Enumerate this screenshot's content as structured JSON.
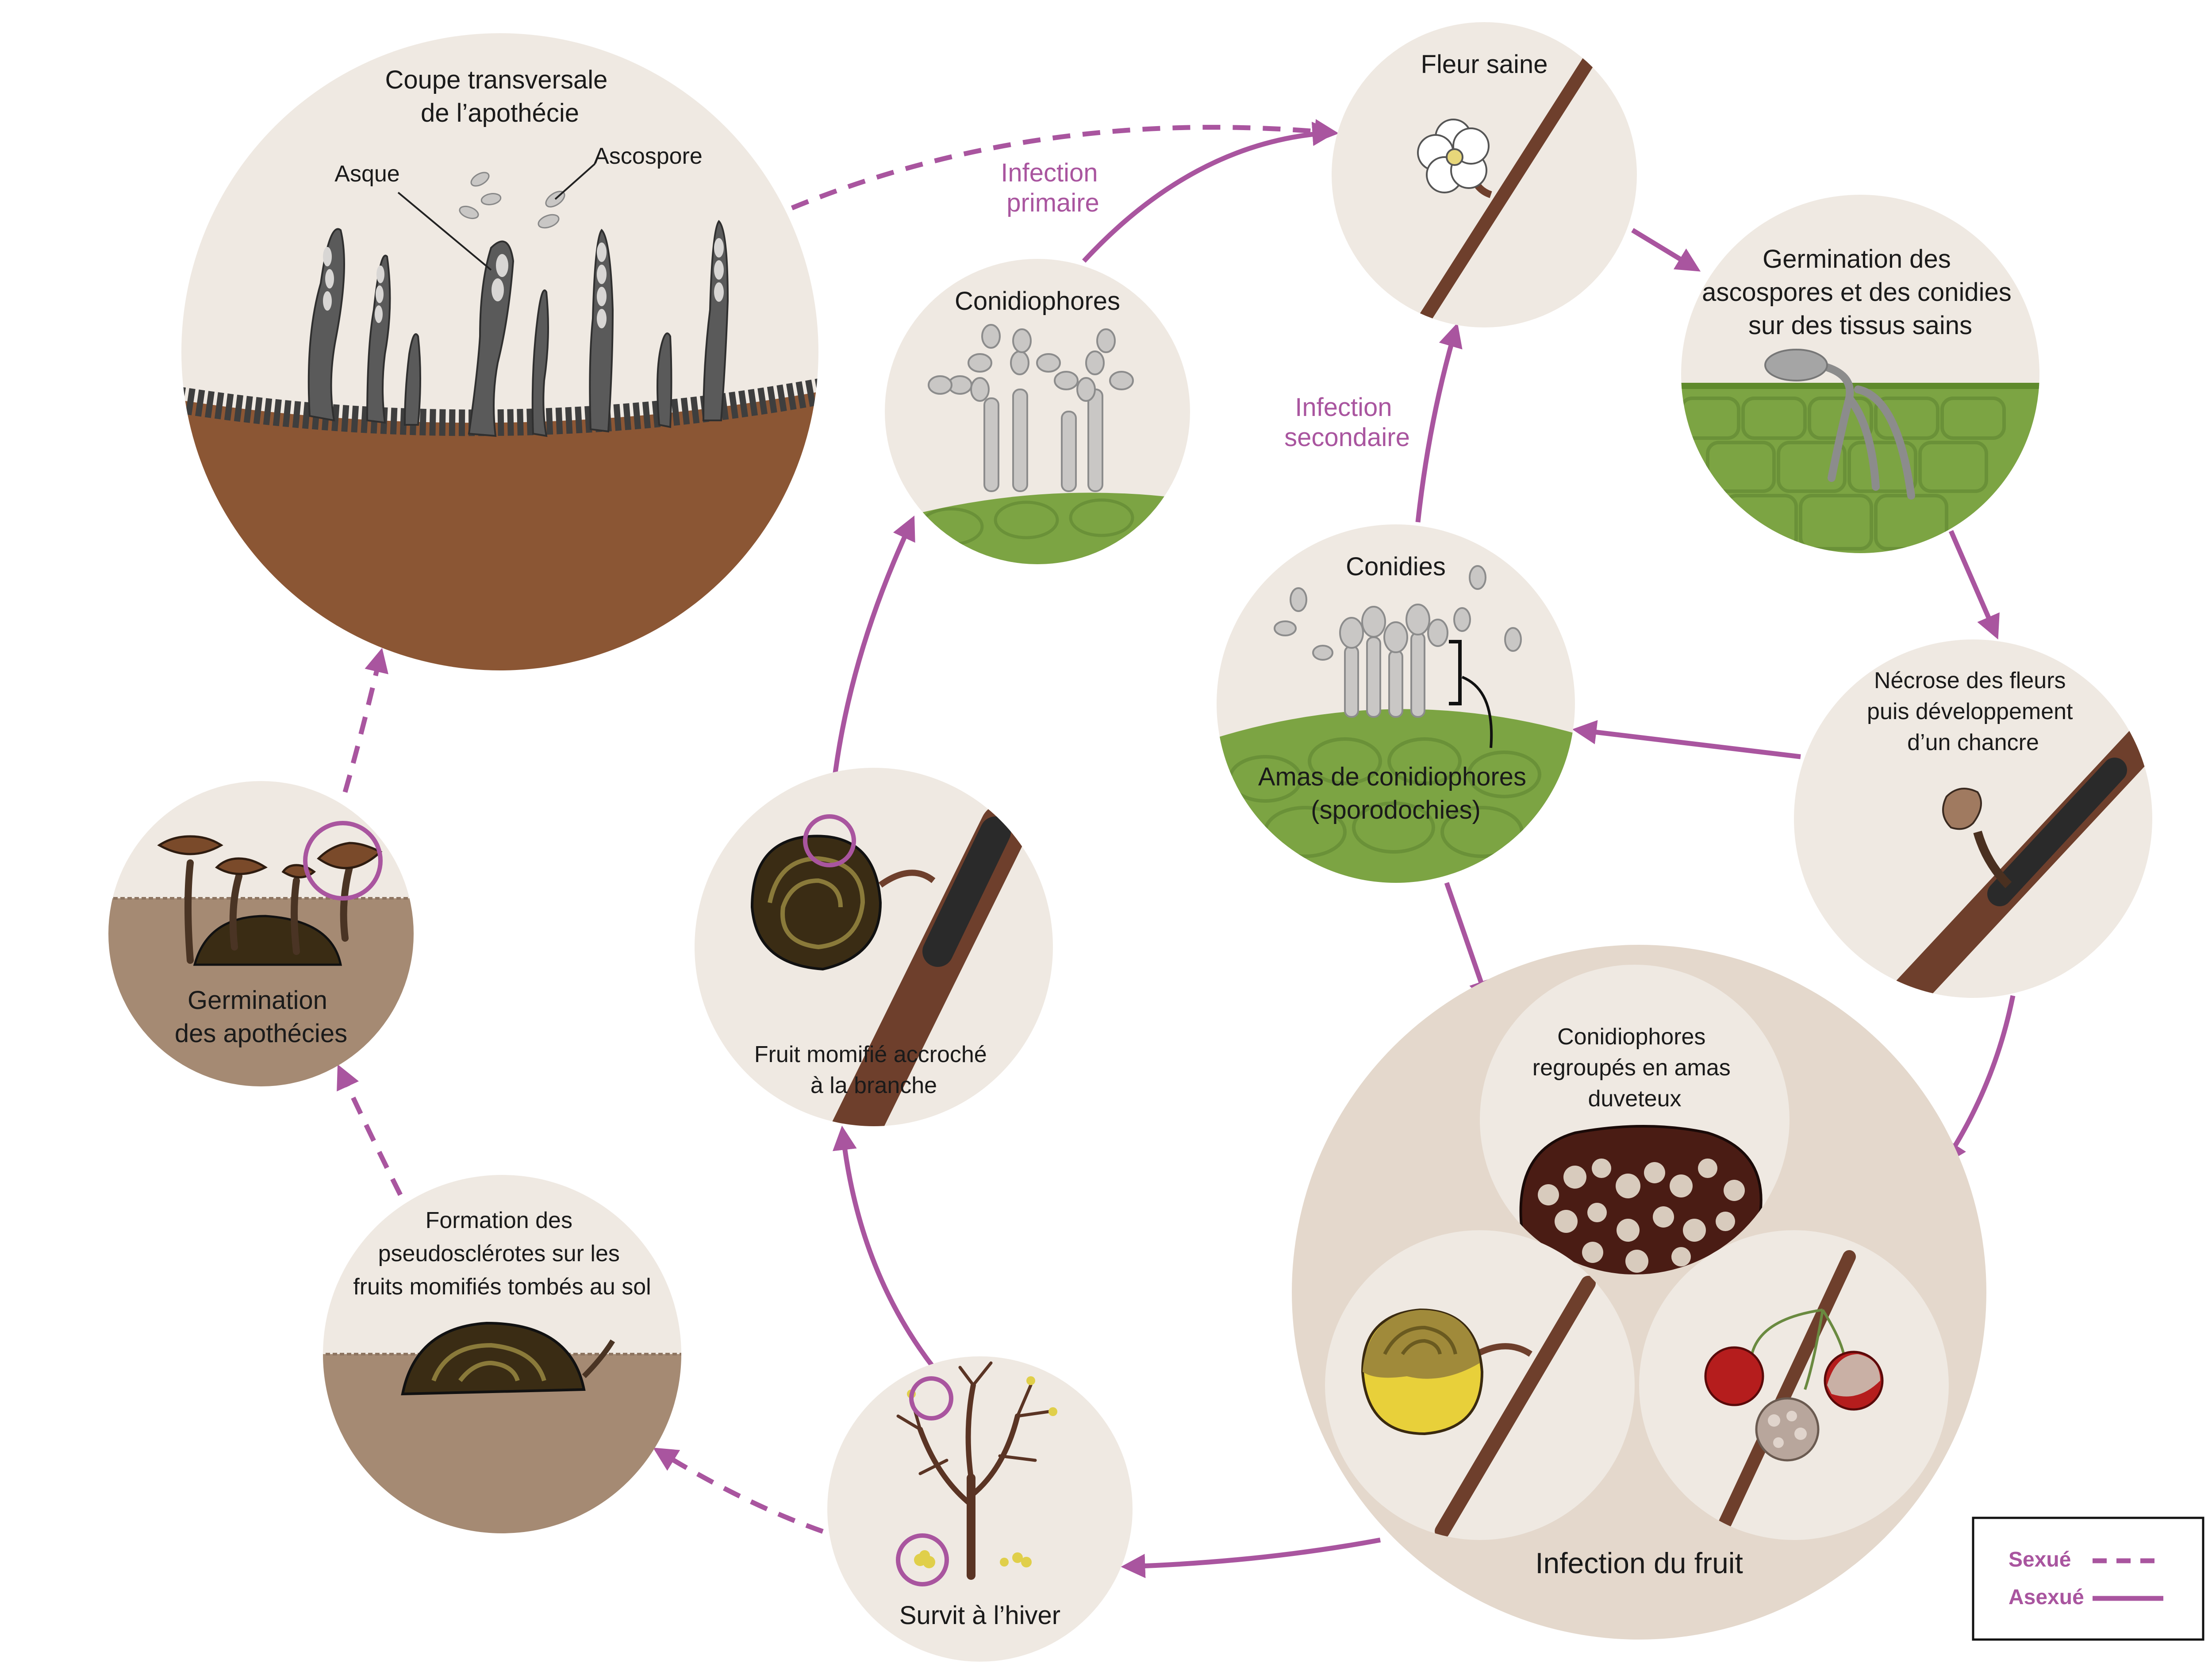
{
  "colors": {
    "cream": "#efe9e2",
    "purple": "#a9559f",
    "soil": "#8b5634",
    "soil_light": "#a58a73",
    "leaf_green": "#7ca443",
    "leaf_dark": "#6a9138",
    "branch": "#6e3f2c",
    "spore_grey": "#c9c7c5",
    "fungus_dark": "#5a5a5a"
  },
  "labels": {
    "apothecia_section": [
      "Coupe transversale",
      "de l’apothécie"
    ],
    "asque": "Asque",
    "ascospore": "Ascospore",
    "healthy_flower": "Fleur saine",
    "germination_spores": [
      "Germination des",
      "ascospores et des conidies",
      "sur des tissus sains"
    ],
    "necrosis": [
      "Nécrose des fleurs",
      "puis développement",
      "d’un chancre"
    ],
    "conidies": "Conidies",
    "sporodochia": [
      "Amas de conidiophores",
      "(sporodochies)"
    ],
    "conidiophores": "Conidiophores",
    "mummy_branch": [
      "Fruit momifié accroché",
      "à la branche"
    ],
    "germination_apothecia": [
      "Germination",
      "des apothécies"
    ],
    "pseudosclerotia": [
      "Formation des",
      "pseudosclérotes sur les",
      "fruits momifiés tombés au sol"
    ],
    "overwinter": "Survit à l’hiver",
    "fruit_infection": "Infection du fruit",
    "fluffy_clusters": [
      "Conidiophores",
      "regroupés en amas",
      "duveteux"
    ],
    "primary_infection": [
      "Infection",
      "primaire"
    ],
    "secondary_infection": [
      "Infection",
      "secondaire"
    ]
  },
  "legend": {
    "sexual": "Sexué",
    "asexual": "Asexué"
  }
}
